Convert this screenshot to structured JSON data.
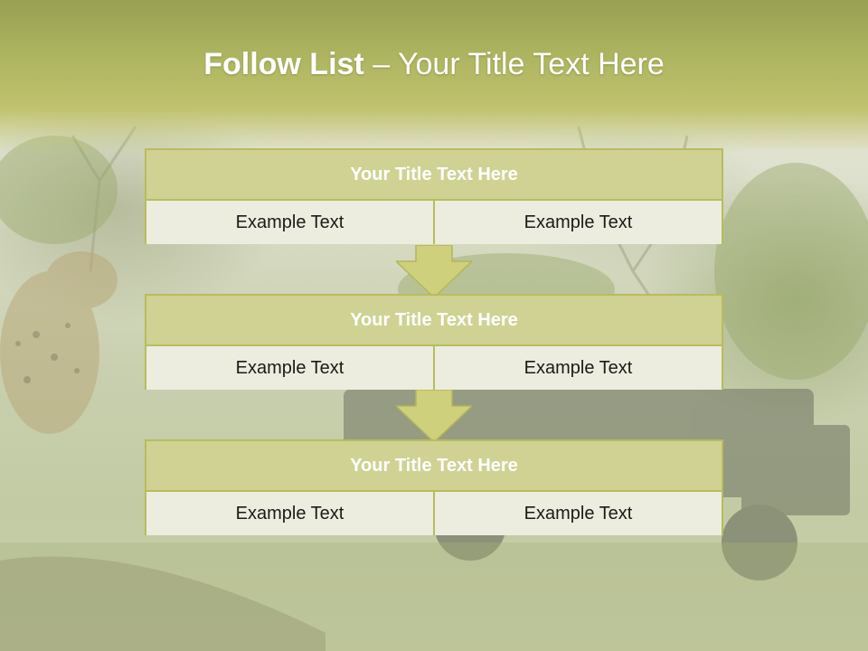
{
  "slide": {
    "title_bold": "Follow List",
    "title_rest": " – Your Title Text Here",
    "blocks": [
      {
        "title": "Your Title Text Here",
        "left": "Example Text",
        "right": "Example Text"
      },
      {
        "title": "Your Title Text Here",
        "left": "Example Text",
        "right": "Example Text"
      },
      {
        "title": "Your Title Text Here",
        "left": "Example Text",
        "right": "Example Text"
      }
    ]
  },
  "colors": {
    "header": "#a8ae5c",
    "box_border": "#b9bc5c",
    "box_header": "#d0d294",
    "cell_fill": "#ecedde",
    "arrow": "#cfd07c"
  }
}
